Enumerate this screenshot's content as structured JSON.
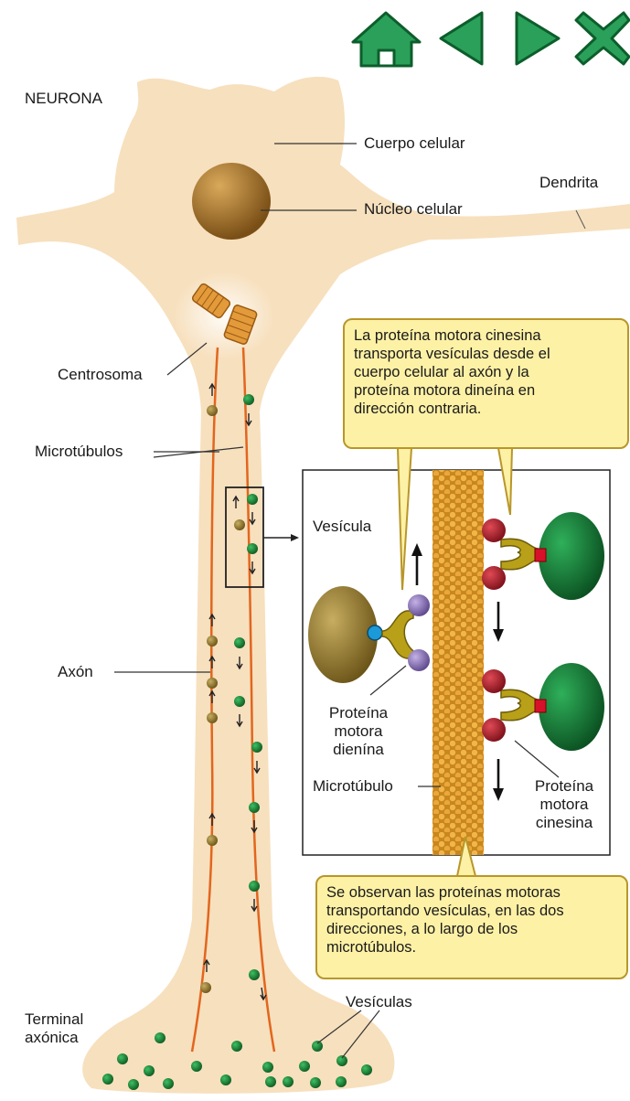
{
  "colors": {
    "cell_fill": "#f7e0be",
    "axon_line": "#e2661e",
    "vesicle_green": "#1f8a3a",
    "vesicle_brown": "#a38539",
    "nav_green": "#2aa05a",
    "callout_fill": "#fdf1a6",
    "kinesin_head": "#b8212f",
    "dynein_head": "#8a72b8"
  },
  "nav": [
    {
      "name": "home-button",
      "icon": "home-icon"
    },
    {
      "name": "previous-button",
      "icon": "triangle-left-icon"
    },
    {
      "name": "next-button",
      "icon": "triangle-right-icon"
    },
    {
      "name": "close-button",
      "icon": "close-x-icon"
    }
  ],
  "labels": {
    "title": "NEURONA",
    "cell_body": "Cuerpo celular",
    "dendrite": "Dendrita",
    "nucleus": "Núcleo celular",
    "centrosome": "Centrosoma",
    "microtubules": "Microtúbulos",
    "axon": "Axón",
    "axon_terminal_line1": "Terminal",
    "axon_terminal_line2": "axónica",
    "vesicles": "Vesículas",
    "vesicle": "Vesícula",
    "dynein_line1": "Proteína",
    "dynein_line2": "motora",
    "dynein_line3": "dienína",
    "microtubule": "Microtúbulo",
    "kinesin_line1": "Proteína",
    "kinesin_line2": "motora",
    "kinesin_line3": "cinesina"
  },
  "callouts": {
    "top": {
      "line1": "La proteína motora cinesina",
      "line2": "transporta vesículas desde el",
      "line3": "cuerpo celular al axón y la",
      "line4": "proteína motora dineína en",
      "line5": "dirección contraria."
    },
    "bottom": {
      "line1": "Se observan las proteínas motoras",
      "line2": "transportando vesículas, en las dos",
      "line3": "direcciones, a lo largo de los",
      "line4": "microtúbulos."
    }
  }
}
